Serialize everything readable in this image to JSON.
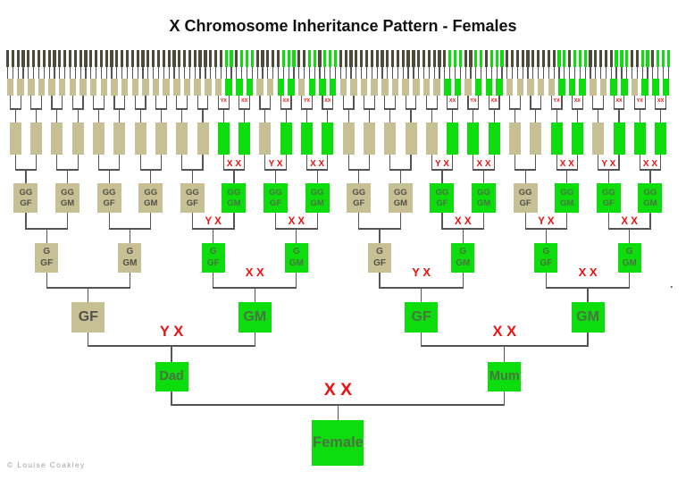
{
  "title": "X Chromosome Inheritance Pattern - Females",
  "footer": {
    "copyright": "© Louise Coakley"
  },
  "stray_mark": ".",
  "colors": {
    "x_path_green": "#0ddd0d",
    "non_contributor_tan": "#c7c094",
    "top_tick_dark": "#4b4b37",
    "chromosome_label_red": "#ed1111",
    "connector_gray": "#555555",
    "box_text_on_tan": "#51514a",
    "box_text_on_green": "#4a7342",
    "title_black": "#121212",
    "copyright_gray": "#a0a0ab"
  },
  "tree": {
    "generations": [
      {
        "id": "ancestor-ticks-gen7",
        "count": 128,
        "green_indices": [
          43,
          44,
          46,
          47,
          48,
          54,
          55,
          56,
          59,
          60,
          62,
          63,
          64,
          86,
          87,
          88,
          91,
          92,
          94,
          95,
          96,
          107,
          108,
          110,
          111,
          112,
          118,
          119,
          120,
          123,
          124,
          126,
          127,
          128
        ]
      },
      {
        "id": "ancestors-gen6",
        "count": 64,
        "green_indices": [
          22,
          23,
          24,
          27,
          28,
          30,
          31,
          32,
          43,
          44,
          46,
          47,
          48,
          54,
          55,
          56,
          59,
          60,
          62,
          63,
          64
        ]
      },
      {
        "id": "ancestors-gen5",
        "count": 32,
        "green_indices": [
          11,
          12,
          14,
          15,
          16,
          22,
          23,
          24,
          27,
          28,
          30,
          31,
          32
        ],
        "chromosome_labels": [
          {
            "index": 11,
            "text": "YX"
          },
          {
            "index": 12,
            "text": "XX"
          },
          {
            "index": 14,
            "text": "XX"
          },
          {
            "index": 15,
            "text": "YX"
          },
          {
            "index": 16,
            "text": "XX"
          },
          {
            "index": 22,
            "text": "XX"
          },
          {
            "index": 23,
            "text": "YX"
          },
          {
            "index": 24,
            "text": "XX"
          },
          {
            "index": 27,
            "text": "YX"
          },
          {
            "index": 28,
            "text": "XX"
          },
          {
            "index": 30,
            "text": "XX"
          },
          {
            "index": 31,
            "text": "YX"
          },
          {
            "index": 32,
            "text": "XX"
          }
        ]
      },
      {
        "id": "great-great-grandparents",
        "count": 16,
        "green_indices": [
          6,
          7,
          8,
          11,
          12,
          14,
          15,
          16
        ],
        "box_lines": {
          "father": [
            "GG",
            "GF"
          ],
          "mother": [
            "GG",
            "GM"
          ]
        },
        "chromosome_labels": [
          {
            "index": 6,
            "text": "X X"
          },
          {
            "index": 7,
            "text": "Y X"
          },
          {
            "index": 8,
            "text": "X X"
          },
          {
            "index": 11,
            "text": "Y X"
          },
          {
            "index": 12,
            "text": "X X"
          },
          {
            "index": 14,
            "text": "X X"
          },
          {
            "index": 15,
            "text": "Y X"
          },
          {
            "index": 16,
            "text": "X X"
          }
        ]
      },
      {
        "id": "great-grandparents",
        "count": 8,
        "green_indices": [
          3,
          4,
          6,
          7,
          8
        ],
        "box_lines": {
          "father": [
            "G",
            "GF"
          ],
          "mother": [
            "G",
            "GM"
          ]
        },
        "chromosome_labels": [
          {
            "index": 3,
            "text": "Y X"
          },
          {
            "index": 4,
            "text": "X X"
          },
          {
            "index": 6,
            "text": "X X"
          },
          {
            "index": 7,
            "text": "Y X"
          },
          {
            "index": 8,
            "text": "X X"
          }
        ]
      },
      {
        "id": "grandparents",
        "count": 4,
        "green_indices": [
          2,
          3,
          4
        ],
        "box_labels": [
          "GF",
          "GM",
          "GF",
          "GM"
        ],
        "chromosome_labels": [
          {
            "index": 2,
            "text": "X X"
          },
          {
            "index": 3,
            "text": "Y X"
          },
          {
            "index": 4,
            "text": "X X"
          }
        ]
      },
      {
        "id": "parents",
        "count": 2,
        "green_indices": [
          1,
          2
        ],
        "box_labels": [
          "Dad",
          "Mum"
        ],
        "chromosome_labels": [
          {
            "index": 1,
            "text": "Y X"
          },
          {
            "index": 2,
            "text": "X X"
          }
        ]
      },
      {
        "id": "proband",
        "count": 1,
        "green_indices": [
          1
        ],
        "box_labels": [
          "Female"
        ],
        "chromosome_labels": [
          {
            "index": 1,
            "text": "X X"
          }
        ]
      }
    ]
  }
}
